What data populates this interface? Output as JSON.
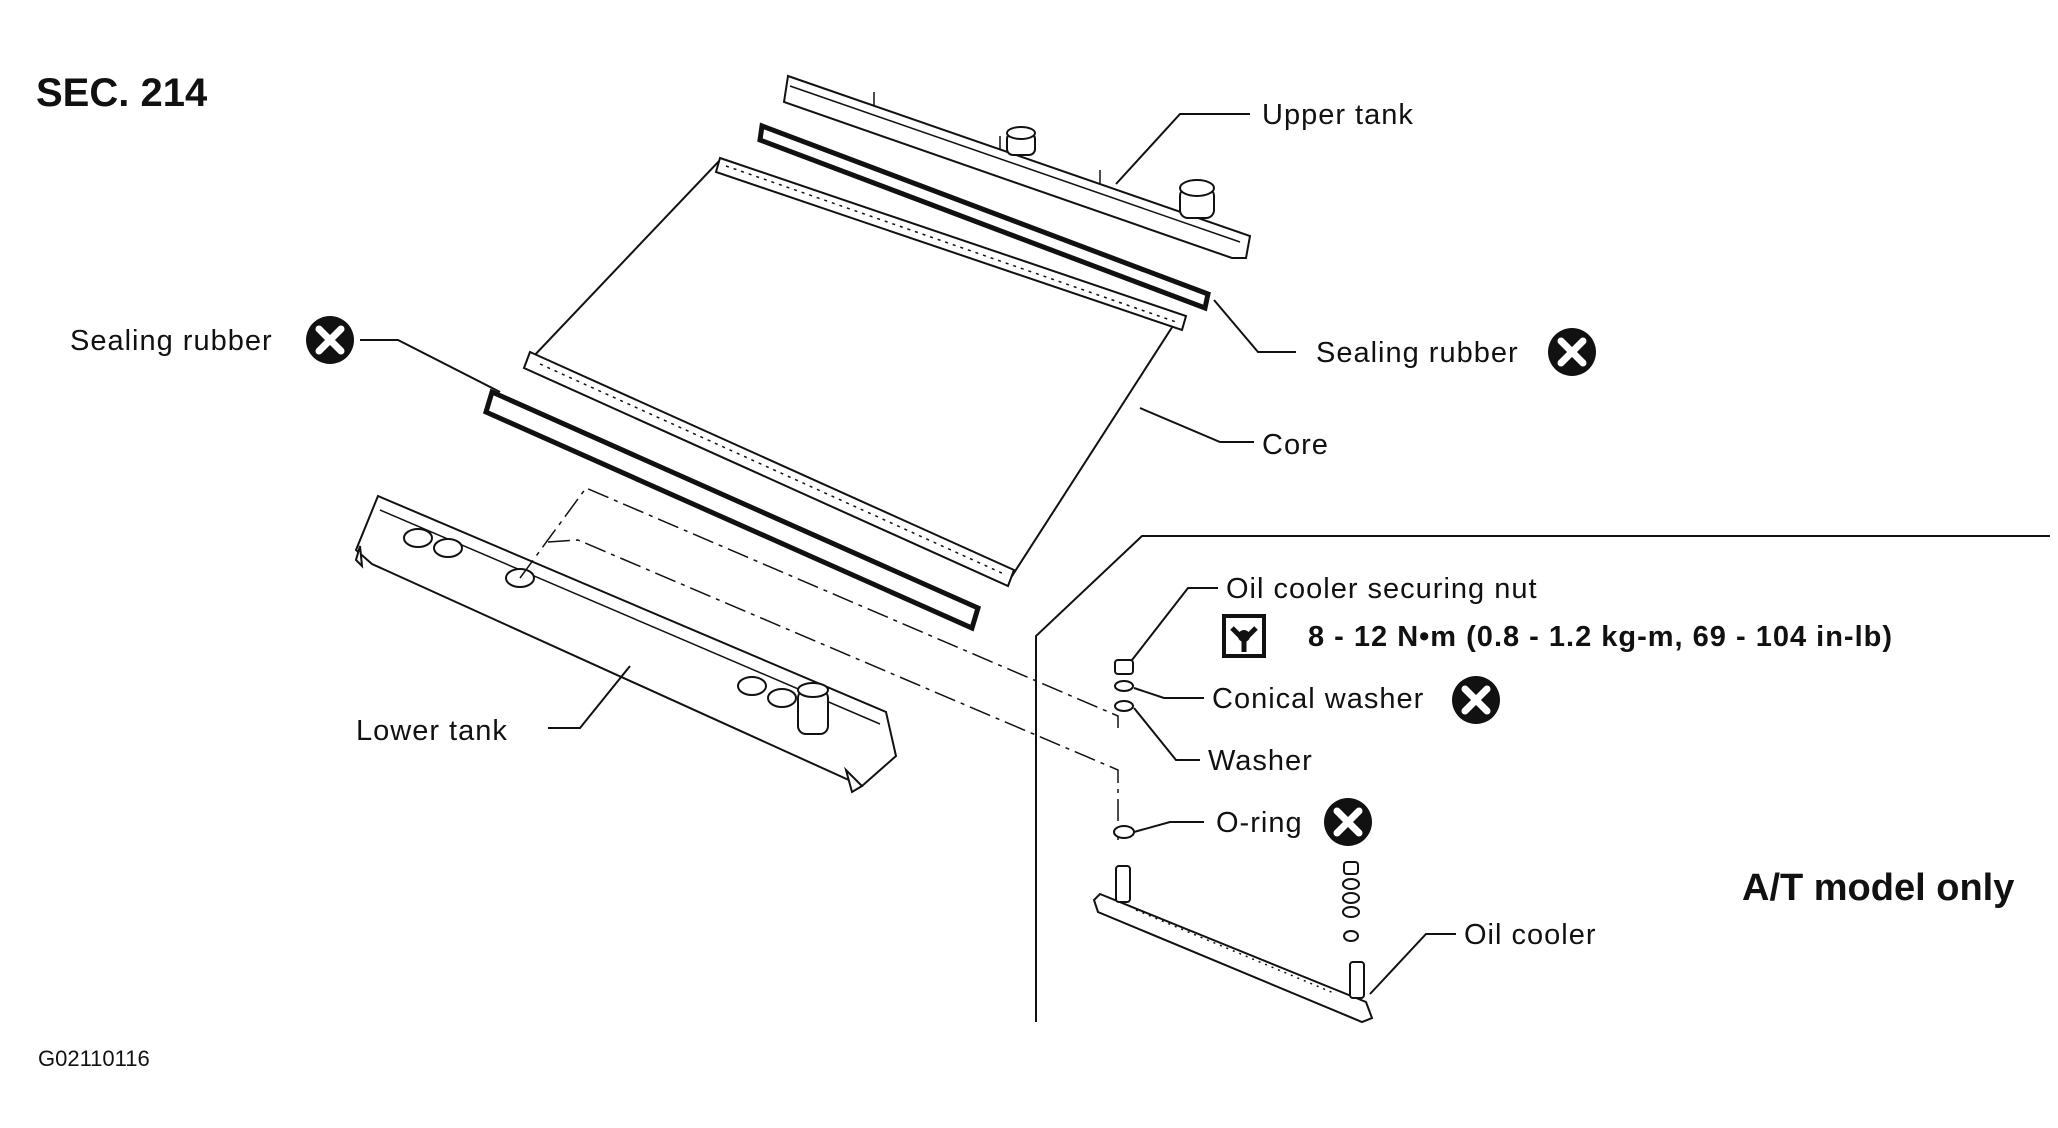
{
  "section_label": "SEC. 214",
  "figure_id": "G02110116",
  "model_note": "A/T model only",
  "callouts": {
    "upper_tank": "Upper tank",
    "sealing_rubber_right": "Sealing rubber",
    "sealing_rubber_left": "Sealing rubber",
    "core": "Core",
    "lower_tank": "Lower tank",
    "oil_cooler_securing_nut": "Oil cooler securing nut",
    "torque_spec": "8 - 12 N•m (0.8 - 1.2 kg-m, 69 - 104 in-lb)",
    "conical_washer": "Conical washer",
    "washer": "Washer",
    "o_ring": "O-ring",
    "oil_cooler": "Oil cooler"
  },
  "icons": {
    "replace_symbol": "do-not-reuse-x-icon",
    "torque_symbol": "torque-wrench-icon"
  }
}
